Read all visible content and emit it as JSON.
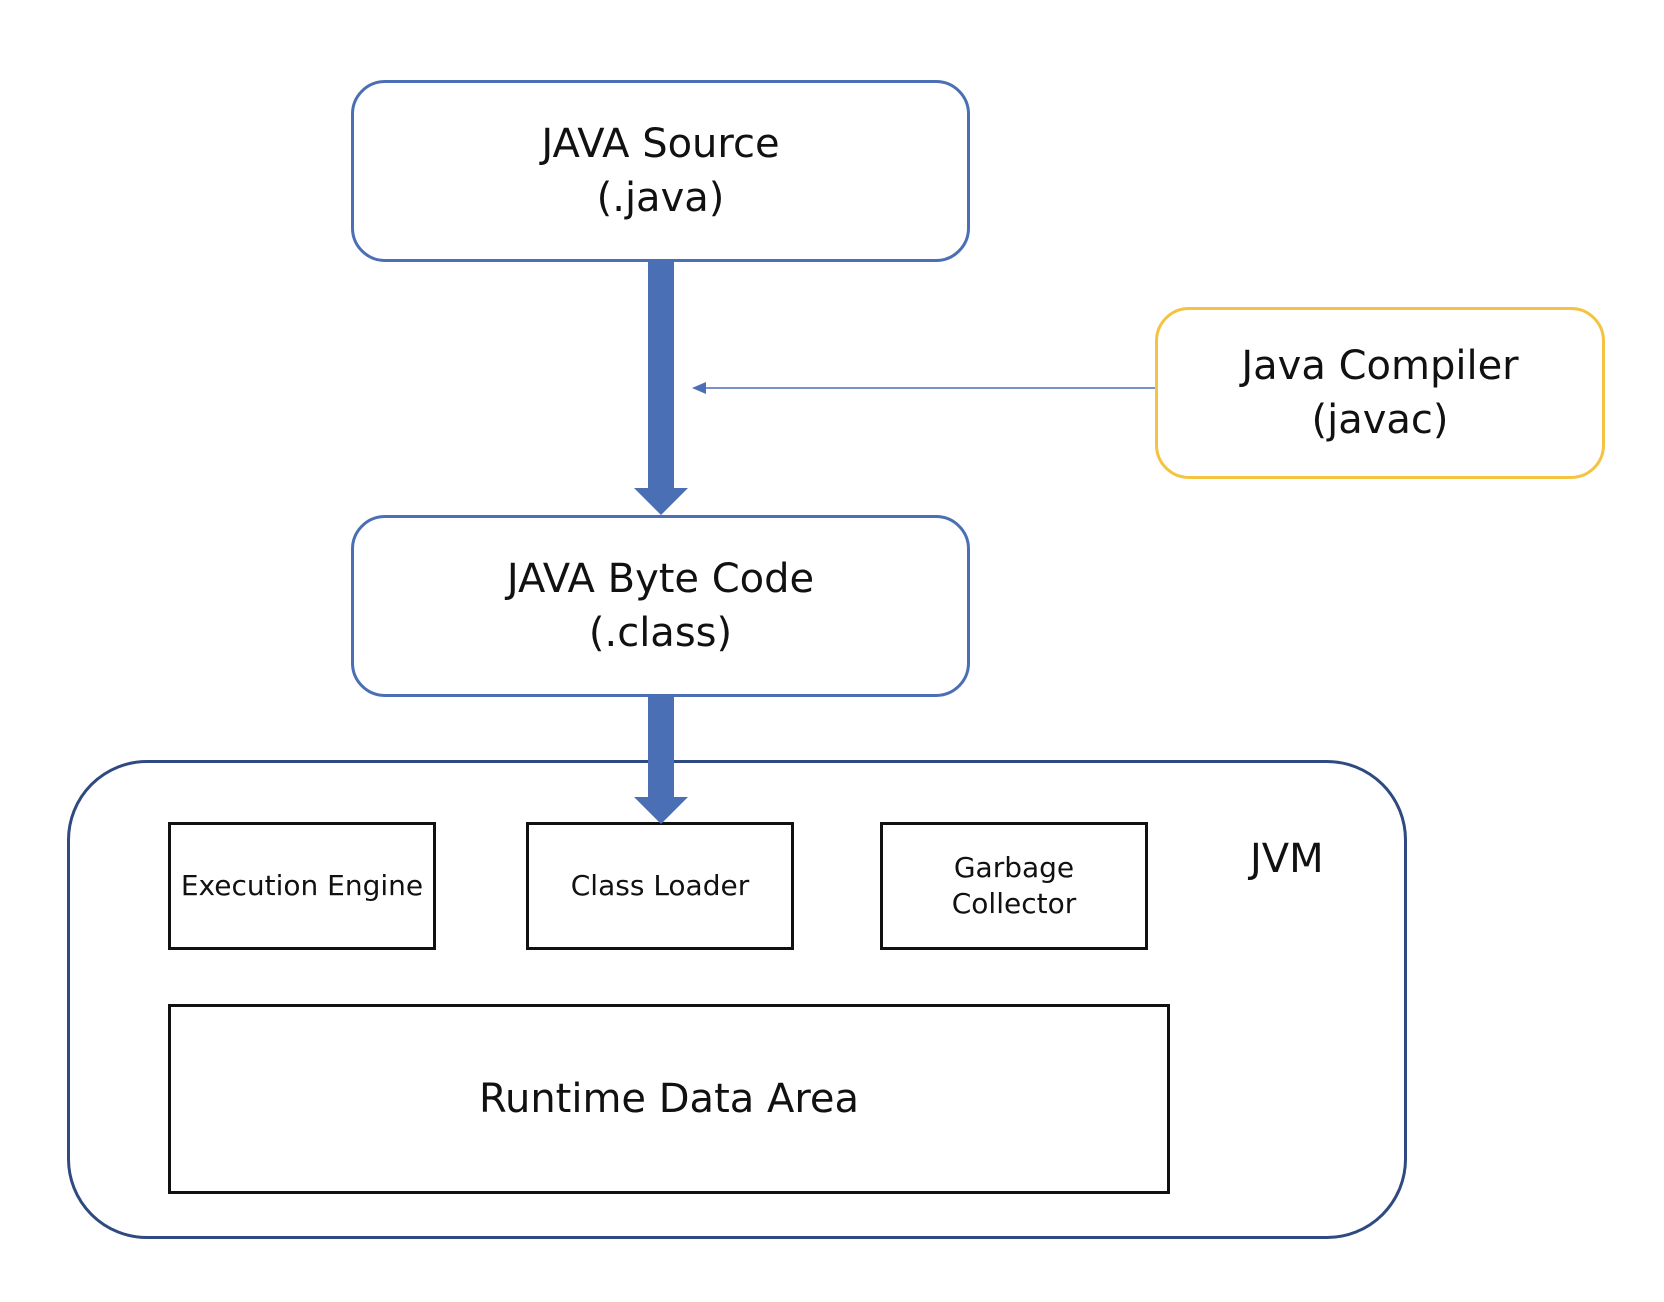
{
  "diagram": {
    "source": {
      "title": "JAVA Source",
      "subtitle": "(.java)"
    },
    "compiler": {
      "title": "Java Compiler",
      "subtitle": "(javac)"
    },
    "bytecode": {
      "title": "JAVA Byte Code",
      "subtitle": "(.class)"
    },
    "jvm": {
      "label": "JVM",
      "execution_engine": "Execution Engine",
      "class_loader": "Class Loader",
      "garbage_collector": {
        "line1": "Garbage",
        "line2": "Collector"
      },
      "runtime_data_area": "Runtime Data Area"
    }
  },
  "colors": {
    "flow_arrow": "#4a6fb5",
    "box_border": "#4a6fb5",
    "compiler_border": "#f5c342",
    "jvm_border": "#2f4a80",
    "component_border": "#111111"
  },
  "icons": {
    "flow_arrow": "down-arrow",
    "compile_pointer": "left-arrow"
  }
}
